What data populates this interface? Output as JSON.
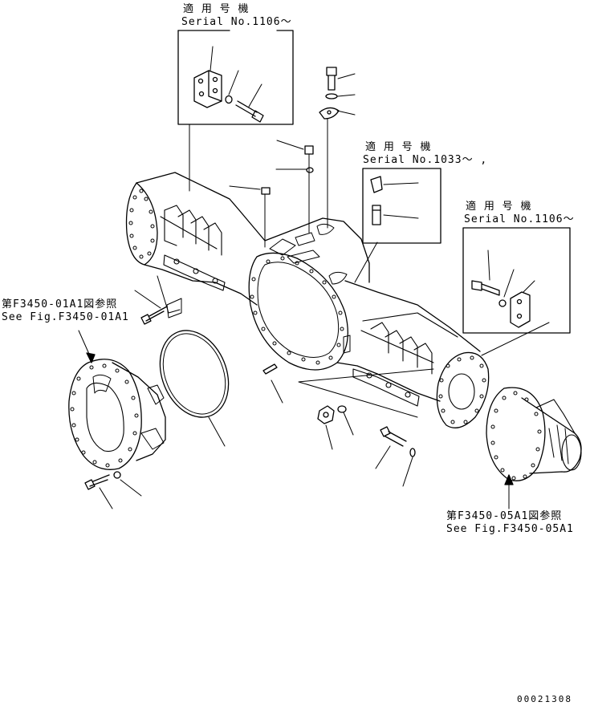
{
  "serial_labels": {
    "top": {
      "applicable": "適 用 号 機",
      "serial": "Serial No.1106～"
    },
    "middle": {
      "applicable": "適 用 号 機",
      "serial": "Serial No.1033～ ,"
    },
    "right": {
      "applicable": "適 用 号 機",
      "serial": "Serial No.1106～"
    }
  },
  "references": {
    "left": {
      "jp": "第F3450-01A1図参照",
      "en": "See Fig.F3450-01A1"
    },
    "right": {
      "jp": "第F3450-05A1図参照",
      "en": "See Fig.F3450-05A1"
    }
  },
  "drawing_number": "00021308"
}
